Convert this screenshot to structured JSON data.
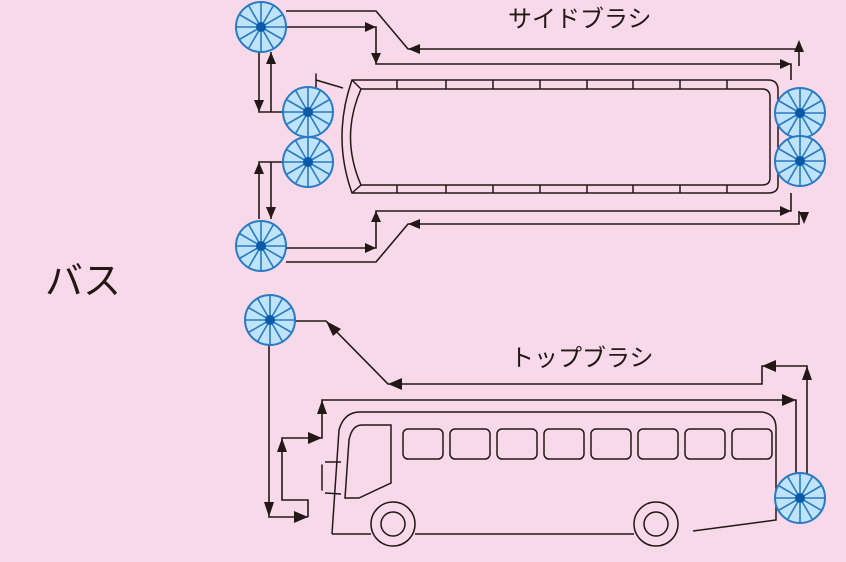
{
  "diagram": {
    "subject_label": "バス",
    "sections": [
      {
        "id": "side",
        "label": "サイドブラシ",
        "view": "top-down",
        "brush_count": 6
      },
      {
        "id": "top",
        "label": "トップブラシ",
        "view": "side",
        "brush_count": 2
      }
    ],
    "colors": {
      "background": "#f8d9e9",
      "line": "#231815",
      "brush_fill": "#bfe3f8",
      "brush_stroke": "#2b7ac4",
      "brush_hub": "#0a5aa8"
    }
  }
}
